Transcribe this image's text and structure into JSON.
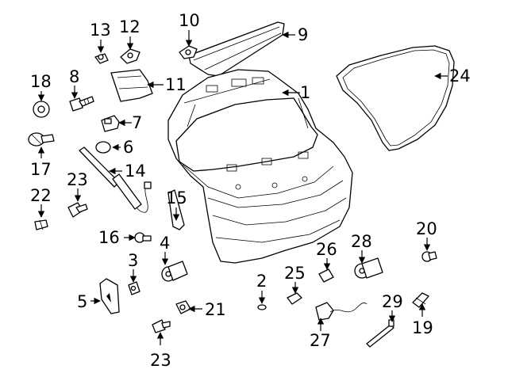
{
  "diagram": {
    "background_color": "#ffffff",
    "line_color": "#000000",
    "callouts": [
      "1",
      "2",
      "3",
      "4",
      "5",
      "6",
      "7",
      "8",
      "9",
      "10",
      "11",
      "12",
      "13",
      "14",
      "15",
      "16",
      "17",
      "18",
      "19",
      "20",
      "21",
      "22",
      "23",
      "23",
      "24",
      "25",
      "26",
      "27",
      "28",
      "29"
    ]
  }
}
